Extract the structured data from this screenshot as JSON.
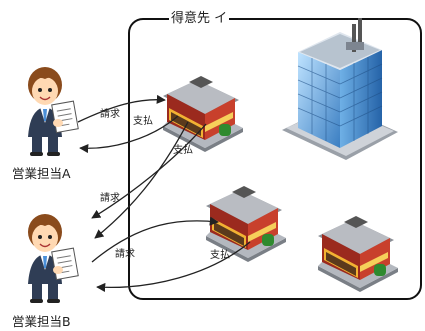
{
  "customer_group": {
    "title": "得意先 イ"
  },
  "people": [
    {
      "label": "営業担当A"
    },
    {
      "label": "営業担当B"
    }
  ],
  "arrows": {
    "bill_a": "請求",
    "pay_a": "支払",
    "pay_a2": "支払",
    "bill_b1": "請求",
    "bill_b2": "請求",
    "pay_b": "支払"
  },
  "icons": [
    "salesperson-icon",
    "shop-icon",
    "office-building-icon"
  ]
}
